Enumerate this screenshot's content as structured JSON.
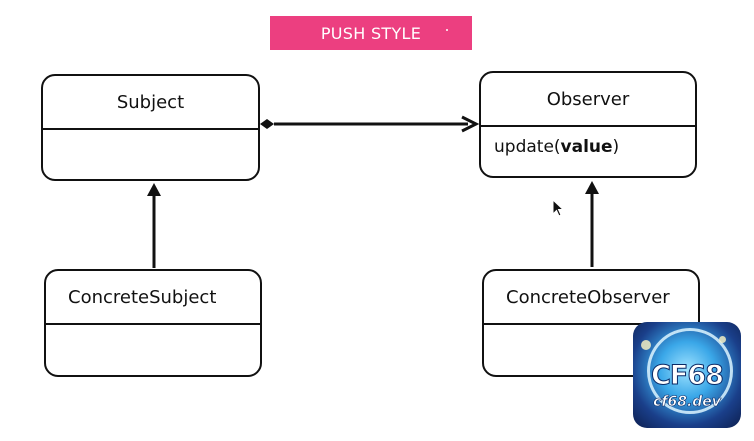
{
  "banner": {
    "label": "PUSH STYLE",
    "color": "#ec3f80"
  },
  "classes": {
    "subject": {
      "name": "Subject",
      "members": ""
    },
    "observer": {
      "name": "Observer",
      "method_prefix": "update(",
      "method_param": "value",
      "method_suffix": ")"
    },
    "concrete_subject": {
      "name": "ConcreteSubject",
      "members": ""
    },
    "concrete_observer": {
      "name": "ConcreteObserver",
      "members": ""
    }
  },
  "relations": [
    {
      "from": "Subject",
      "to": "Observer",
      "kind": "aggregation-navigable"
    },
    {
      "from": "ConcreteSubject",
      "to": "Subject",
      "kind": "inheritance"
    },
    {
      "from": "ConcreteObserver",
      "to": "Observer",
      "kind": "inheritance"
    }
  ],
  "watermark": {
    "brand": "CF68",
    "site": "cf68.dev"
  }
}
